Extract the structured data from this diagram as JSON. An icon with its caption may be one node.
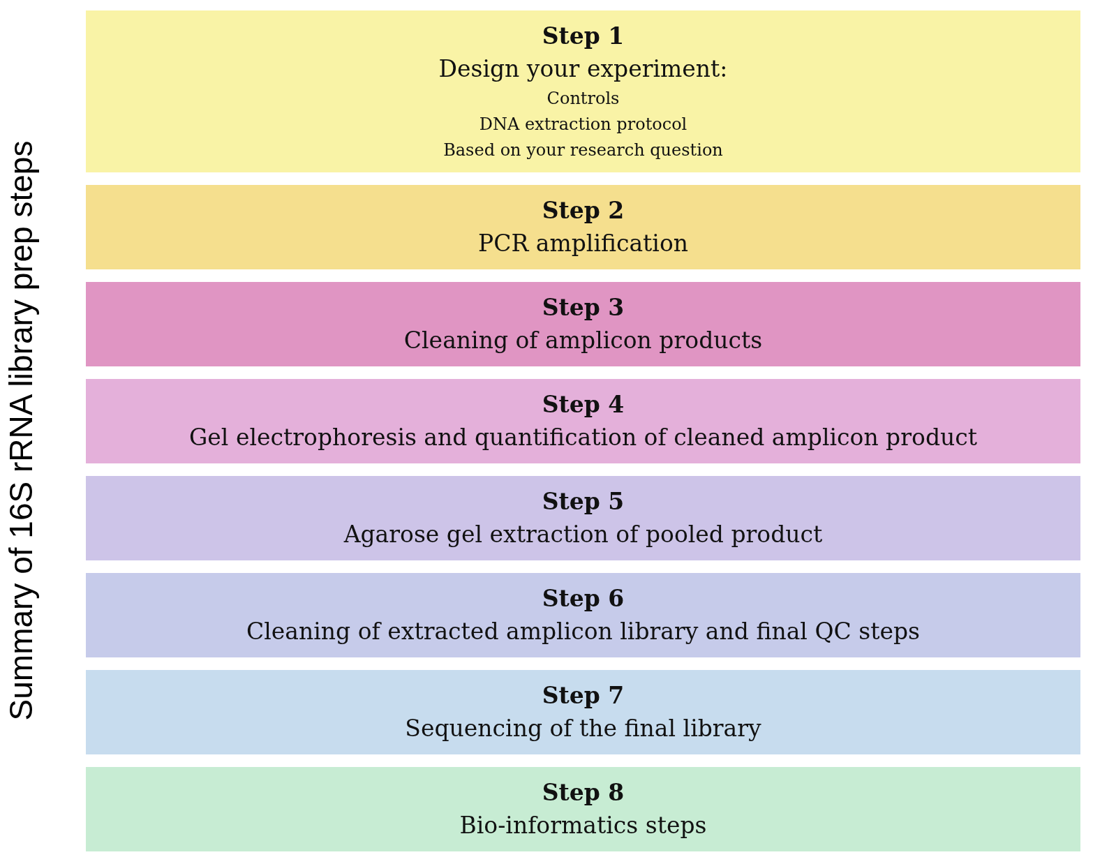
{
  "diagram": {
    "title": "Summary of 16S rRNA library prep steps",
    "nodes": [
      {
        "text": [
          "Step 1",
          "Design your experiment:",
          "Controls",
          "DNA extraction protocol",
          "Based on your research question"
        ]
      },
      {
        "text": [
          "Step 2",
          "PCR amplification"
        ]
      },
      {
        "text": [
          "Step 3",
          "Cleaning of amplicon products"
        ]
      },
      {
        "text": [
          "Step 4",
          "Gel electrophoresis and quantification of cleaned amplicon product"
        ]
      },
      {
        "text": [
          "Step 5",
          "Agarose gel extraction of pooled product"
        ]
      },
      {
        "text": [
          "Step 6",
          "Cleaning of extracted amplicon library and final QC steps"
        ]
      },
      {
        "text": [
          "Step 7",
          "Sequencing of the final library"
        ]
      },
      {
        "text": [
          "Step 8",
          "Bio-informatics steps"
        ]
      }
    ],
    "edges": []
  }
}
